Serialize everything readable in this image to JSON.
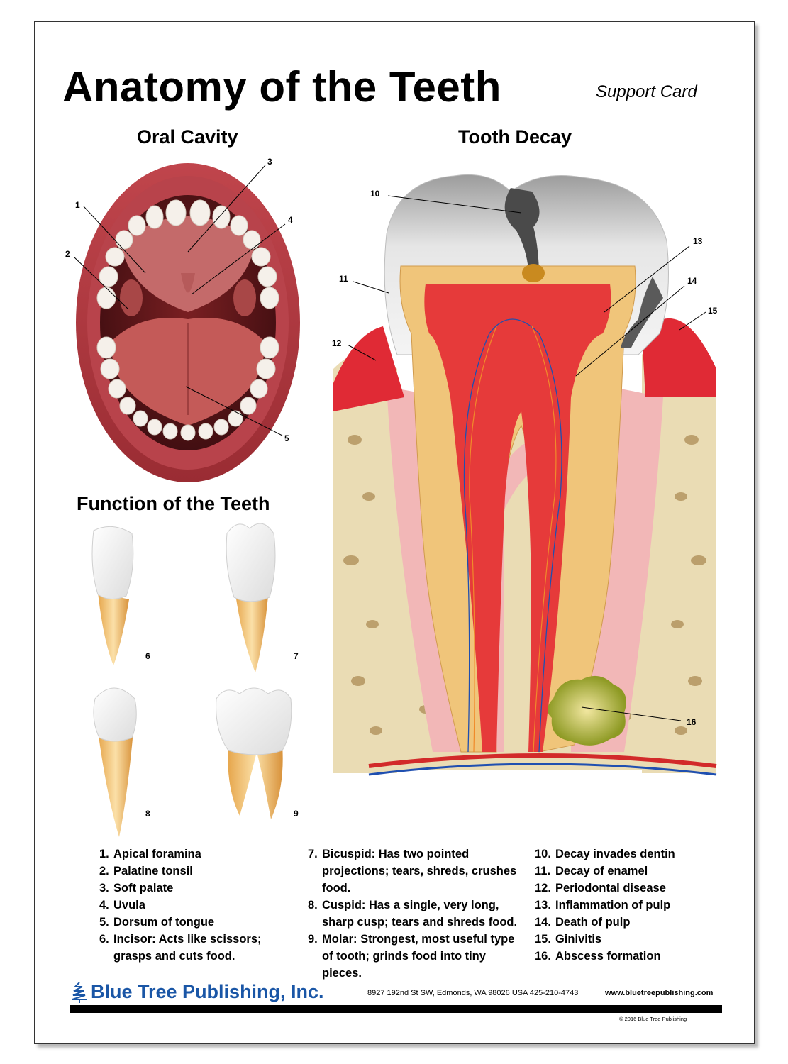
{
  "title": "Anatomy of the Teeth",
  "subtitle": "Support Card",
  "sections": {
    "oral_cavity": "Oral Cavity",
    "function": "Function of the Teeth",
    "decay": "Tooth Decay"
  },
  "numbers": {
    "n1": "1",
    "n2": "2",
    "n3": "3",
    "n4": "4",
    "n5": "5",
    "n6": "6",
    "n7": "7",
    "n8": "8",
    "n9": "9",
    "n10": "10",
    "n11": "11",
    "n12": "12",
    "n13": "13",
    "n14": "14",
    "n15": "15",
    "n16": "16"
  },
  "legend": {
    "col1": [
      {
        "n": "1.",
        "text": "Apical foramina"
      },
      {
        "n": "2.",
        "text": "Palatine tonsil"
      },
      {
        "n": "3.",
        "text": "Soft palate"
      },
      {
        "n": "4.",
        "text": "Uvula"
      },
      {
        "n": "5.",
        "text": "Dorsum of tongue"
      },
      {
        "n": "6.",
        "term": "Incisor:",
        "desc": "Acts like scissors; grasps and cuts food."
      }
    ],
    "col2": [
      {
        "n": "7.",
        "term": "Bicuspid:",
        "desc": "Has two pointed projections; tears, shreds, crushes food."
      },
      {
        "n": "8.",
        "term": "Cuspid:",
        "desc": "Has a single, very long, sharp cusp; tears and shreds food."
      },
      {
        "n": "9.",
        "term": "Molar:",
        "desc": "Strongest, most useful type of tooth; grinds food into tiny pieces."
      }
    ],
    "col3": [
      {
        "n": "10.",
        "text": "Decay invades dentin"
      },
      {
        "n": "11.",
        "text": "Decay of enamel"
      },
      {
        "n": "12.",
        "text": "Periodontal disease"
      },
      {
        "n": "13.",
        "text": "Inflammation of pulp"
      },
      {
        "n": "14.",
        "text": "Death of pulp"
      },
      {
        "n": "15.",
        "text": "Ginivitis"
      },
      {
        "n": "16.",
        "text": "Abscess formation"
      }
    ]
  },
  "footer": {
    "company": "Blue Tree Publishing, Inc.",
    "address": "8927 192nd St SW, Edmonds, WA 98026 USA 425-210-4743",
    "website": "www.bluetreepublishing.com",
    "copyright": "© 2016 Blue Tree Publishing"
  },
  "colors": {
    "brand_blue": "#1a56a6",
    "gum_red": "#e02a35",
    "pulp_red": "#e63a3a",
    "dentin": "#f0c57a",
    "bone": "#eadcb4",
    "lip": "#a8323a"
  },
  "icons": [
    "blue-tree-logo-icon"
  ]
}
